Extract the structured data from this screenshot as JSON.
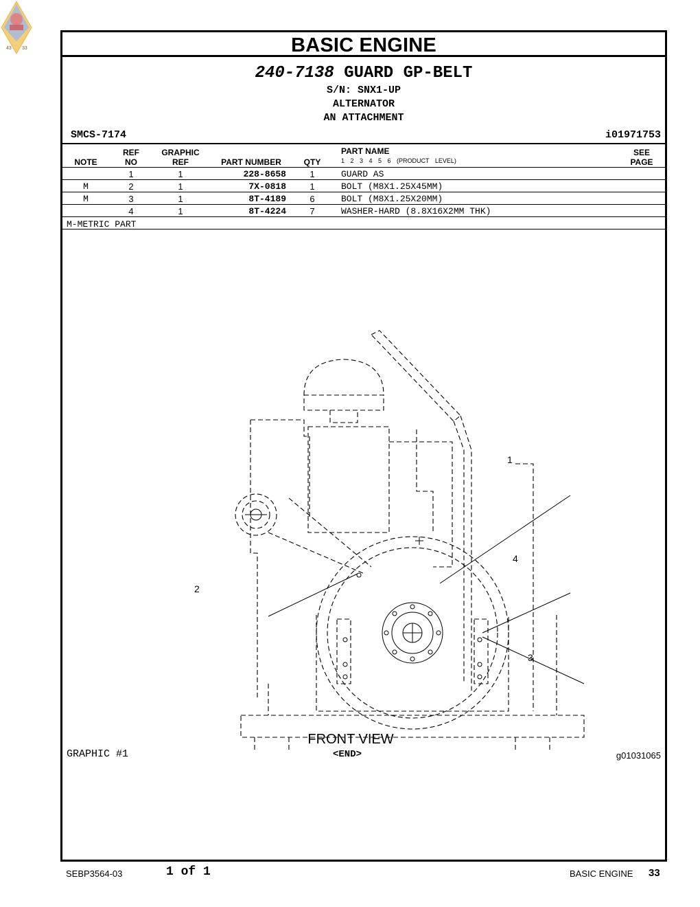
{
  "page": {
    "title": "BASIC ENGINE",
    "part_number": "240-7138",
    "part_title": "GUARD GP-BELT",
    "serial": "S/N: SNX1-UP",
    "subtitle1": "ALTERNATOR",
    "subtitle2": "AN ATTACHMENT",
    "smcs": "SMCS-7174",
    "illustration_id": "i01971753"
  },
  "table": {
    "headers": {
      "note": "NOTE",
      "ref_top": "REF",
      "ref_bottom": "NO",
      "graphic_top": "GRAPHIC",
      "graphic_bottom": "REF",
      "part_number": "PART NUMBER",
      "qty": "QTY",
      "part_name": "PART NAME",
      "levels": "1 2 3 4 5 6 (PRODUCT LEVEL)",
      "see_top": "SEE",
      "see_bottom": "PAGE"
    },
    "rows": [
      {
        "note": "",
        "ref": "1",
        "graphic": "1",
        "part_number": "228-8658",
        "qty": "1",
        "name": "GUARD AS"
      },
      {
        "note": "M",
        "ref": "2",
        "graphic": "1",
        "part_number": "7X-0818",
        "qty": "1",
        "name": "BOLT (M8X1.25X45MM)"
      },
      {
        "note": "M",
        "ref": "3",
        "graphic": "1",
        "part_number": "8T-4189",
        "qty": "6",
        "name": "BOLT (M8X1.25X20MM)"
      },
      {
        "note": "",
        "ref": "4",
        "graphic": "1",
        "part_number": "8T-4224",
        "qty": "7",
        "name": "WASHER-HARD (8.8X16X2MM THK)"
      }
    ],
    "footnote": "M-METRIC PART"
  },
  "graphic": {
    "callouts": [
      "1",
      "2",
      "3",
      "4"
    ],
    "view_label": "FRONT VIEW",
    "graphic_label": "GRAPHIC #1",
    "end_marker": "<END>",
    "graphic_id": "g01031065"
  },
  "logo": {
    "text_left": "43",
    "text_right": "33"
  },
  "footer": {
    "doc_number": "SEBP3564-03",
    "page_of": "1 of 1",
    "section": "BASIC ENGINE",
    "page_number": "33"
  }
}
